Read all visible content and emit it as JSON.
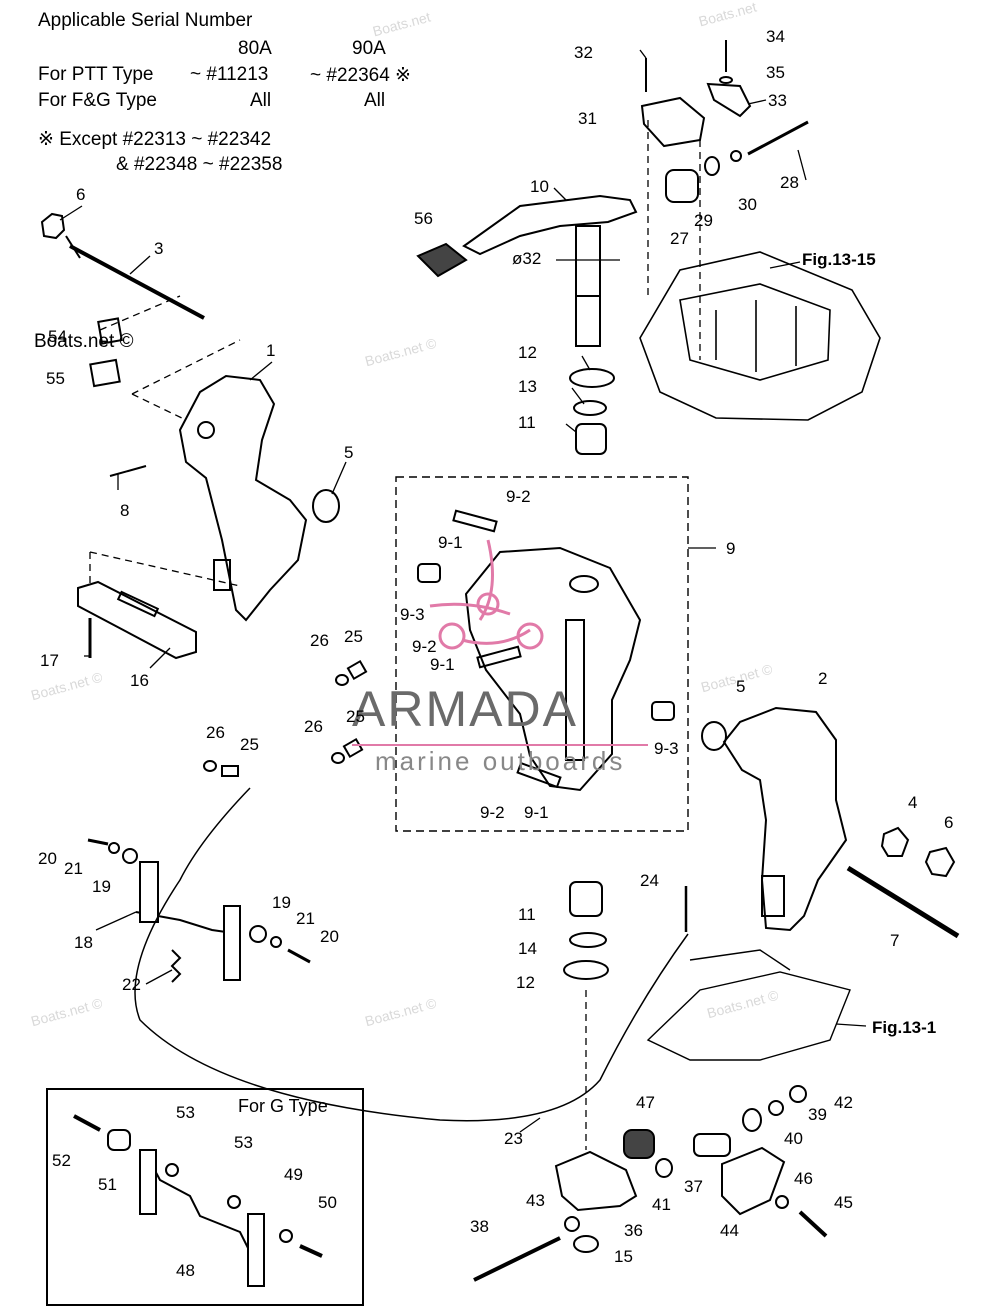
{
  "header": {
    "title": "Applicable Serial Number",
    "col_80a": "80A",
    "col_90a": "90A",
    "row_ptt_label": "For PTT Type",
    "row_ptt_80a": "~ #11213",
    "row_ptt_90a": "~ #22364 ※",
    "row_fg_label": "For F&G Type",
    "row_fg_80a": "All",
    "row_fg_90a": "All",
    "except_line1": "※ Except  #22313 ~ #22342",
    "except_line2": "&  #22348 ~ #22358"
  },
  "figure_refs": {
    "fig_13_15": "Fig.13-15",
    "fig_13_1": "Fig.13-1"
  },
  "dimension": "ø32",
  "g_type_box": {
    "title": "For G Type"
  },
  "watermark": {
    "brand": "ARMADA",
    "tagline": "marine outboards",
    "site": "Boats.net",
    "site_copy": "Boats.net ©"
  },
  "part_labels": {
    "p1": "1",
    "p2": "2",
    "p3": "3",
    "p4": "4",
    "p5a": "5",
    "p5b": "5",
    "p6a": "6",
    "p6b": "6",
    "p7": "7",
    "p8": "8",
    "p9": "9",
    "p9_1a": "9-1",
    "p9_1b": "9-1",
    "p9_1c": "9-1",
    "p9_2a": "9-2",
    "p9_2b": "9-2",
    "p9_2c": "9-2",
    "p9_3a": "9-3",
    "p9_3b": "9-3",
    "p10": "10",
    "p11a": "11",
    "p11b": "11",
    "p12a": "12",
    "p12b": "12",
    "p13": "13",
    "p14": "14",
    "p15": "15",
    "p16": "16",
    "p17": "17",
    "p18": "18",
    "p19a": "19",
    "p19b": "19",
    "p20a": "20",
    "p20b": "20",
    "p21a": "21",
    "p21b": "21",
    "p22": "22",
    "p23": "23",
    "p24": "24",
    "p25a": "25",
    "p25b": "25",
    "p25c": "25",
    "p26a": "26",
    "p26b": "26",
    "p26c": "26",
    "p27": "27",
    "p28": "28",
    "p29": "29",
    "p30": "30",
    "p31": "31",
    "p32": "32",
    "p33": "33",
    "p34": "34",
    "p35": "35",
    "p36": "36",
    "p37": "37",
    "p38": "38",
    "p39": "39",
    "p40": "40",
    "p41": "41",
    "p42": "42",
    "p43": "43",
    "p44": "44",
    "p45": "45",
    "p46": "46",
    "p47": "47",
    "p48": "48",
    "p49": "49",
    "p50": "50",
    "p51": "51",
    "p52": "52",
    "p53a": "53",
    "p53b": "53",
    "p54": "54",
    "p55": "55",
    "p56": "56"
  },
  "colors": {
    "line": "#000000",
    "accent_pink": "#e17aa8",
    "watermark_grey": "#cfcfcf"
  }
}
